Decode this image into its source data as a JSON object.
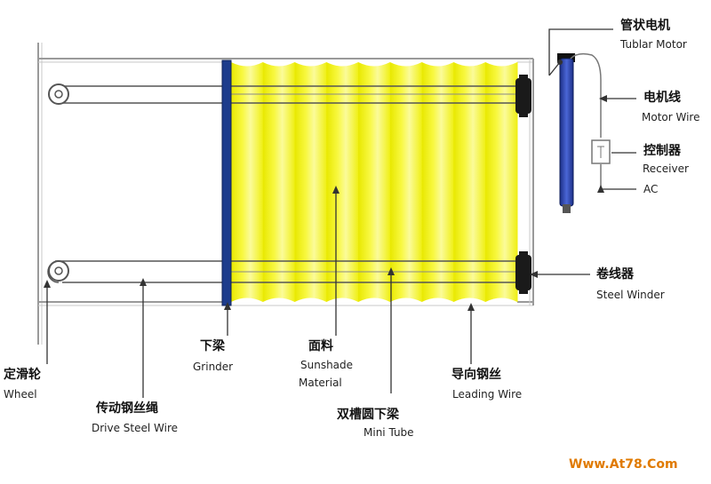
{
  "labels": {
    "tubular_motor": {
      "zh": "管状电机",
      "en": "Tublar Motor"
    },
    "motor_wire": {
      "zh": "电机线",
      "en": "Motor Wire"
    },
    "receiver": {
      "zh": "控制器",
      "en": "Receiver"
    },
    "ac": {
      "en": "AC"
    },
    "steel_winder": {
      "zh": "卷线器",
      "en": "Steel Winder"
    },
    "wheel": {
      "zh": "定滑轮",
      "en": "Wheel"
    },
    "drive_steel_wire": {
      "zh": "传动钢丝绳",
      "en": "Drive Steel Wire"
    },
    "grinder": {
      "zh": "下梁",
      "en": "Grinder"
    },
    "sunshade_material": {
      "zh": "面料",
      "en_line1": "Sunshade",
      "en_line2": "Material"
    },
    "mini_tube": {
      "zh": "双槽圆下梁",
      "en": "Mini Tube"
    },
    "leading_wire": {
      "zh": "导向钢丝",
      "en": "Leading Wire"
    }
  },
  "watermark": "Www.At78.Com",
  "colors": {
    "fabric_yellow": "#f2f200",
    "fabric_light": "#fbfb90",
    "grinder_blue": "#1d3c8c",
    "motor_blue": "#2a46b0",
    "frame_gray": "#9a9a9a",
    "winder_dark": "#1a1a1a",
    "watermark_orange": "#e07a00"
  }
}
